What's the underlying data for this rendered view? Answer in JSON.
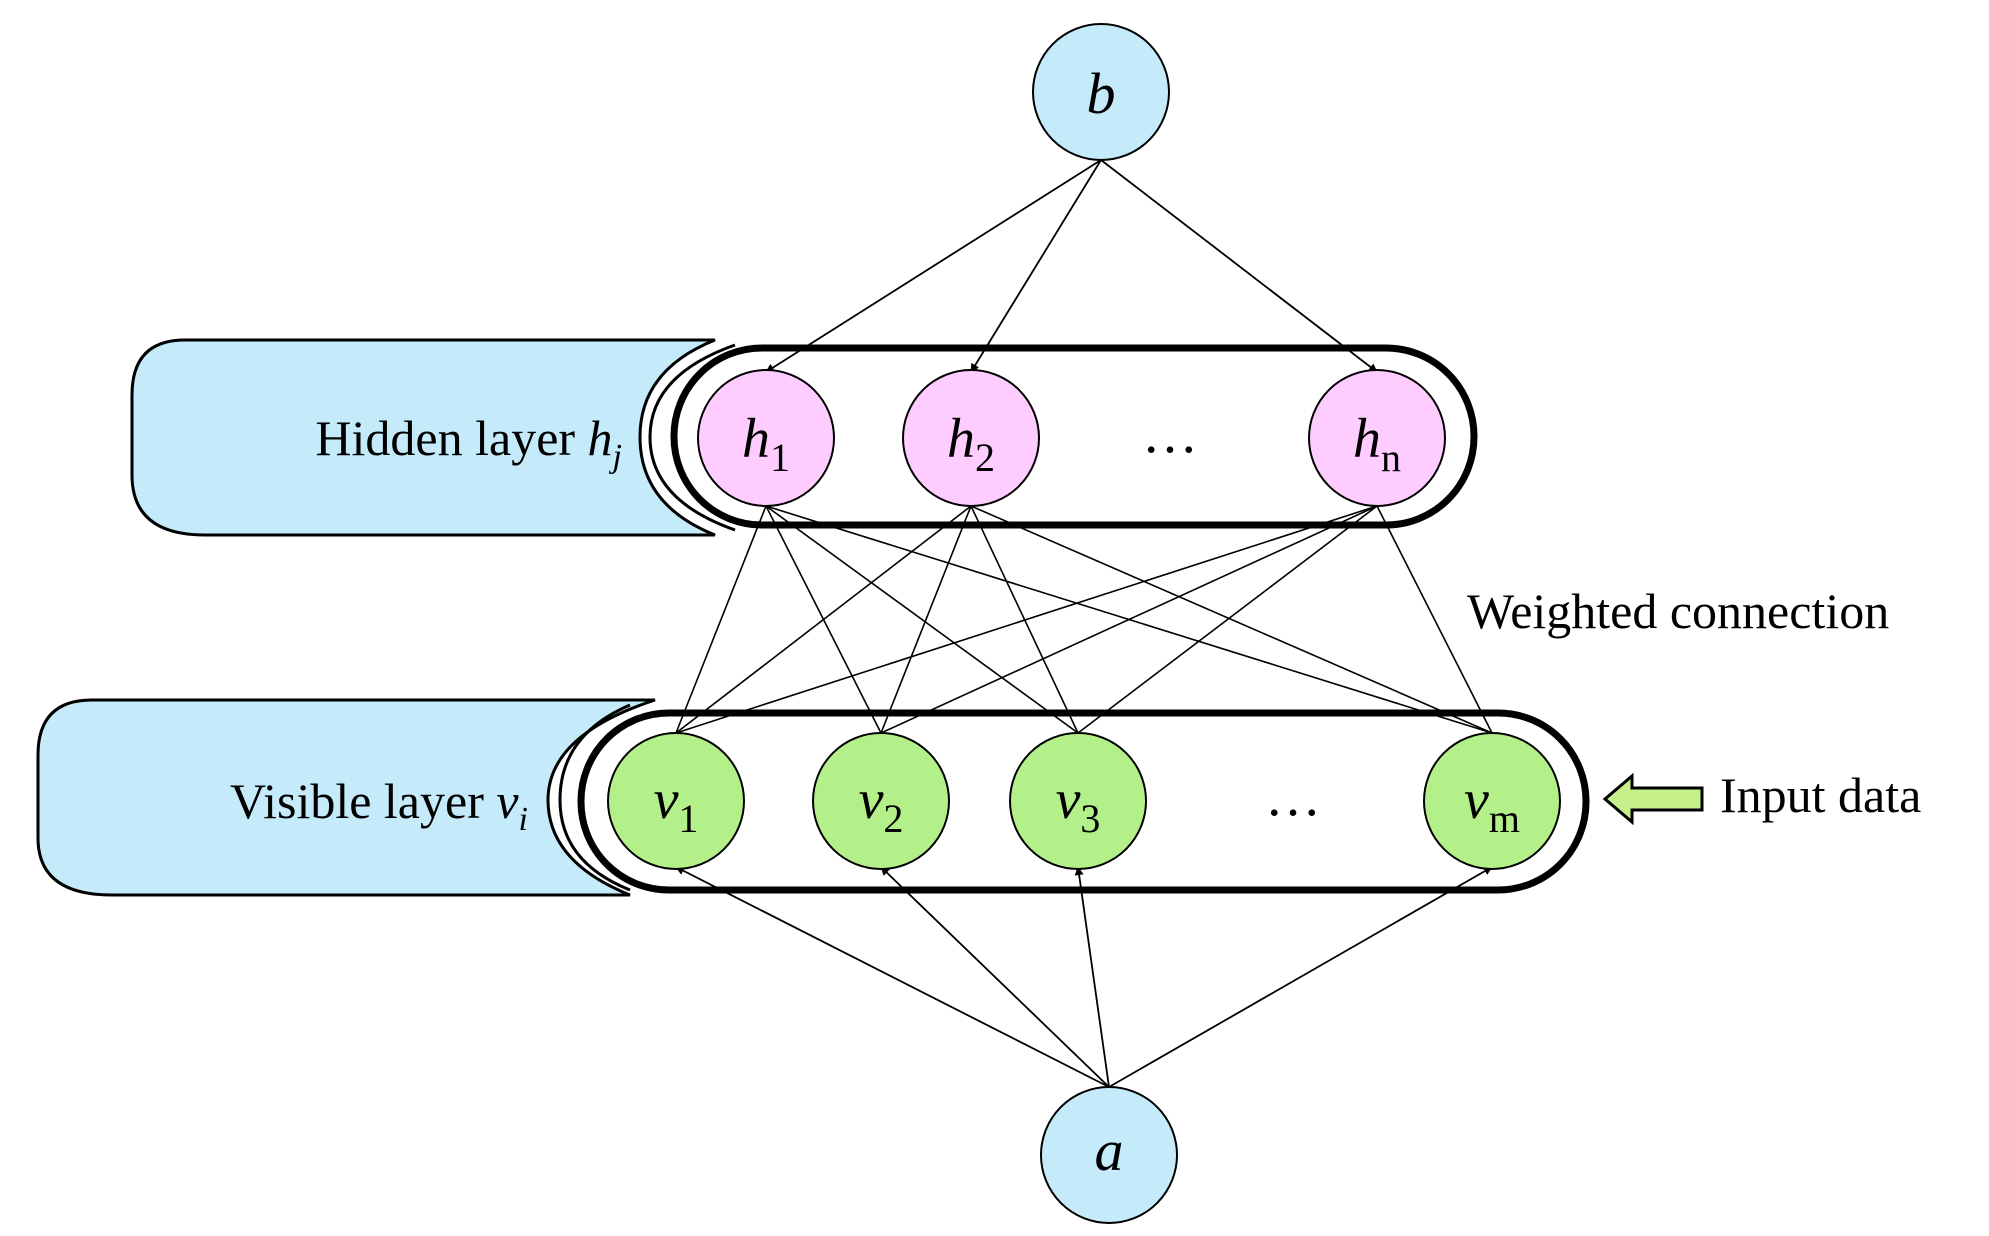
{
  "bias_nodes": {
    "top": {
      "label": "b"
    },
    "bottom": {
      "label": "a"
    }
  },
  "hidden_layer": {
    "label_text": "Hidden layer ",
    "label_var": "h",
    "label_sub": "j",
    "nodes": [
      {
        "var": "h",
        "sub": "1"
      },
      {
        "var": "h",
        "sub": "2"
      },
      {
        "var": "h",
        "sub": "n"
      }
    ],
    "ellipsis": "…"
  },
  "visible_layer": {
    "label_text": "Visible layer ",
    "label_var": "v",
    "label_sub": "i",
    "nodes": [
      {
        "var": "v",
        "sub": "1"
      },
      {
        "var": "v",
        "sub": "2"
      },
      {
        "var": "v",
        "sub": "3"
      },
      {
        "var": "v",
        "sub": "m"
      }
    ],
    "ellipsis": "…"
  },
  "annotations": {
    "weighted_connection": "Weighted connection",
    "input_data": "Input data"
  },
  "colors": {
    "bias_fill": "#c5ebfb",
    "hidden_fill": "#ffccff",
    "visible_fill": "#b3f08a",
    "layer_label_fill": "#c5ebfb",
    "input_arrow_fill": "#c6f08a"
  }
}
